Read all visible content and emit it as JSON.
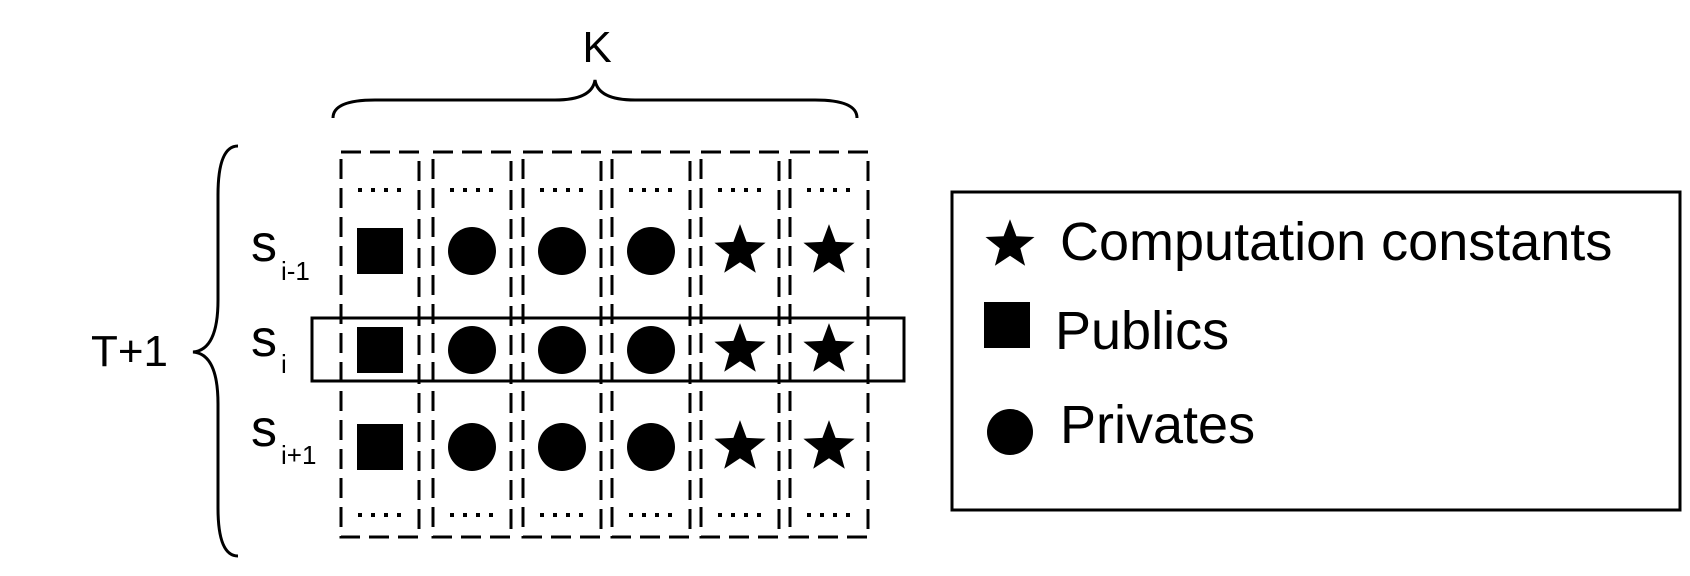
{
  "diagram": {
    "column_label": "K",
    "row_label": "T+1",
    "rows": [
      {
        "base": "s",
        "sub": "i-1",
        "cells": [
          "square",
          "circle",
          "circle",
          "circle",
          "star",
          "star"
        ]
      },
      {
        "base": "s",
        "sub": "i",
        "cells": [
          "square",
          "circle",
          "circle",
          "circle",
          "star",
          "star"
        ],
        "highlighted": true
      },
      {
        "base": "s",
        "sub": "i+1",
        "cells": [
          "square",
          "circle",
          "circle",
          "circle",
          "star",
          "star"
        ]
      }
    ],
    "continuation_glyph": "…"
  },
  "legend": {
    "items": [
      {
        "icon": "star",
        "label": "Computation constants"
      },
      {
        "icon": "square",
        "label": "Publics"
      },
      {
        "icon": "circle",
        "label": "Privates"
      }
    ]
  }
}
